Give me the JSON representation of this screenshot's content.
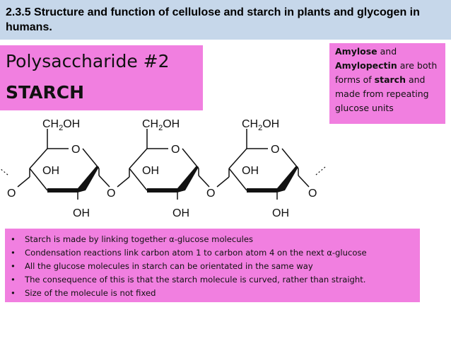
{
  "header": {
    "title": "2.3.5 Structure and function of cellulose and starch in plants and glycogen in humans."
  },
  "title_box": {
    "line1": "Polysaccharide #2",
    "line2": "STARCH"
  },
  "note_box": {
    "l1_bold": "Amylose",
    "l1_rest": " and",
    "l2_bold": "Amylopectin",
    "l2_rest": " are both",
    "l3_pre": "forms of ",
    "l3_bold": "starch",
    "l3_post": " and",
    "l4": "made from repeating",
    "l5": "glucose units"
  },
  "molecule": {
    "ch2oh": "CH",
    "sub2": "2",
    "oh_suffix": "OH",
    "ring_o": "O",
    "oh": "OH",
    "bridge_o": "O"
  },
  "bullets": [
    "Starch is made by linking together α-glucose molecules",
    "Condensation reactions link carbon atom 1 to carbon atom 4 on the next  α-glucose",
    "All the glucose molecules in starch can be orientated in the same way",
    "The consequence of this is that the starch molecule is curved, rather than straight.",
    "Size of the molecule is not fixed"
  ]
}
